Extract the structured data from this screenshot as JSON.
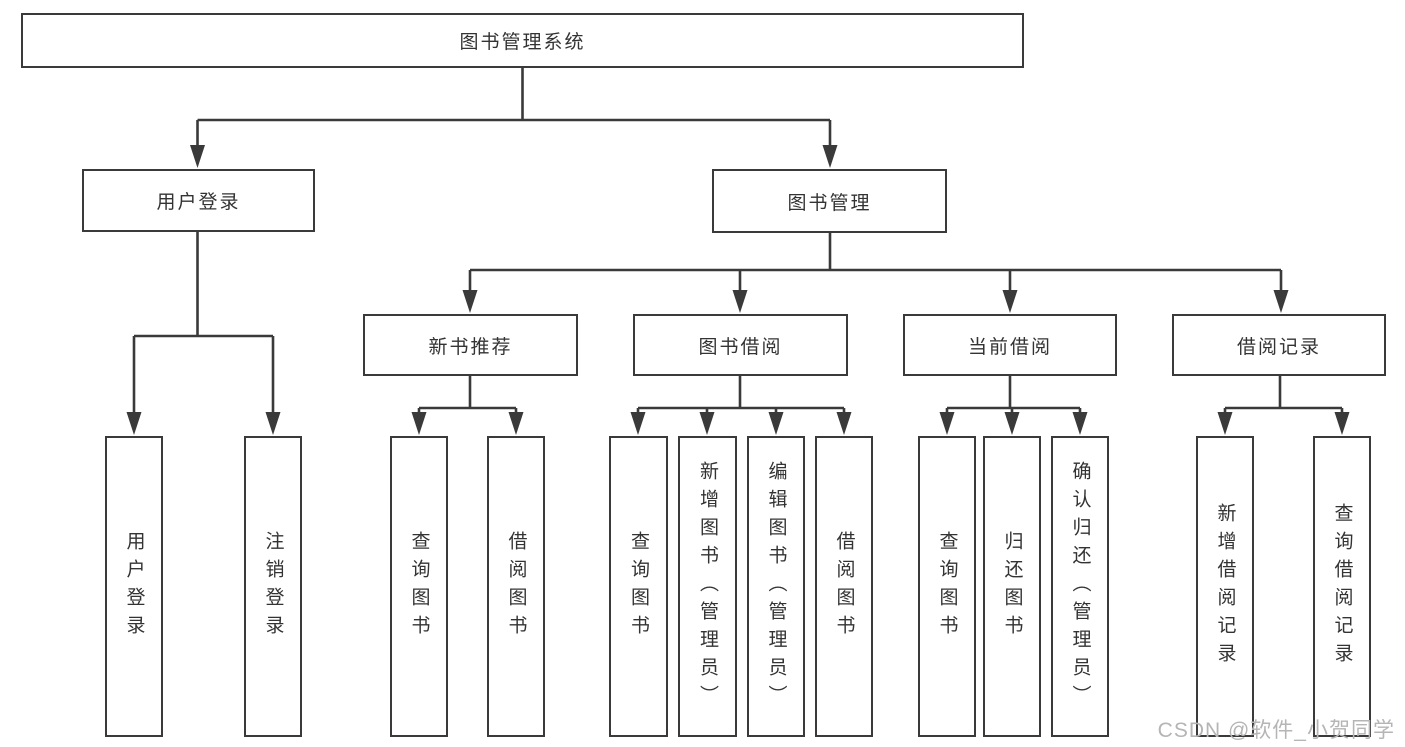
{
  "diagram": {
    "root": {
      "label": "图书管理系统"
    },
    "level2": [
      {
        "label": "用户登录"
      },
      {
        "label": "图书管理"
      }
    ],
    "level3": [
      {
        "label": "新书推荐"
      },
      {
        "label": "图书借阅"
      },
      {
        "label": "当前借阅"
      },
      {
        "label": "借阅记录"
      }
    ],
    "leaves": [
      {
        "label": "用户登录",
        "parent": "用户登录"
      },
      {
        "label": "注销登录",
        "parent": "用户登录"
      },
      {
        "label": "查询图书",
        "parent": "新书推荐"
      },
      {
        "label": "借阅图书",
        "parent": "新书推荐"
      },
      {
        "label": "查询图书",
        "parent": "图书借阅"
      },
      {
        "label": "新增图书（管理员）",
        "parent": "图书借阅"
      },
      {
        "label": "编辑图书（管理员）",
        "parent": "图书借阅"
      },
      {
        "label": "借阅图书",
        "parent": "图书借阅"
      },
      {
        "label": "查询图书",
        "parent": "当前借阅"
      },
      {
        "label": "归还图书",
        "parent": "当前借阅"
      },
      {
        "label": "确认归还（管理员）",
        "parent": "当前借阅"
      },
      {
        "label": "新增借阅记录",
        "parent": "借阅记录"
      },
      {
        "label": "查询借阅记录",
        "parent": "借阅记录"
      }
    ],
    "colors": {
      "line": "#3a3a3a",
      "text": "#333333",
      "watermark": "#b5b5b5",
      "background": "#ffffff"
    }
  },
  "watermark": {
    "text": "CSDN @软件_小贺同学"
  }
}
